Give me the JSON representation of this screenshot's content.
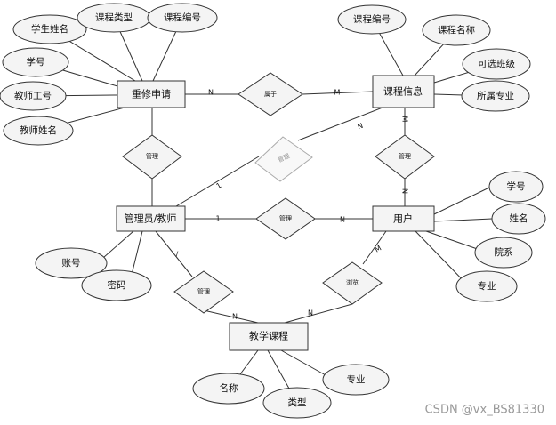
{
  "entities": {
    "retake_request": "重修申请",
    "course_info": "课程信息",
    "admin_teacher": "管理员/教师",
    "user": "用户",
    "teaching_course": "教学课程"
  },
  "attributes": {
    "retake_student_name": "学生姓名",
    "retake_course_type": "课程类型",
    "retake_course_no": "课程编号",
    "retake_student_id": "学号",
    "retake_teacher_id": "教师工号",
    "retake_teacher_name": "教师姓名",
    "info_course_no": "课程编号",
    "info_course_name": "课程名称",
    "info_optional_class": "可选班级",
    "info_major": "所属专业",
    "user_student_id": "学号",
    "user_name": "姓名",
    "user_department": "院系",
    "user_major": "专业",
    "admin_account": "账号",
    "admin_password": "密码",
    "course_name": "名称",
    "course_type": "类型",
    "course_major": "专业"
  },
  "relationships": {
    "belongs_to": "属于",
    "manage_retake": "管理",
    "manage_info": "管理",
    "manage_info_user": "管理",
    "manage_user": "管理",
    "manage_course": "管理",
    "browse": "浏览"
  },
  "cardinalities": {
    "retake_belongs": "N",
    "info_belongs": "M",
    "admin_info": "1",
    "info_admin": "N",
    "info_user": "M",
    "user_info": "N",
    "admin_user_1": "1",
    "admin_user_n": "N",
    "admin_course": "/",
    "course_admin": "N",
    "course_user": "N",
    "user_course": "M"
  },
  "watermark": "CSDN @vx_BS81330"
}
